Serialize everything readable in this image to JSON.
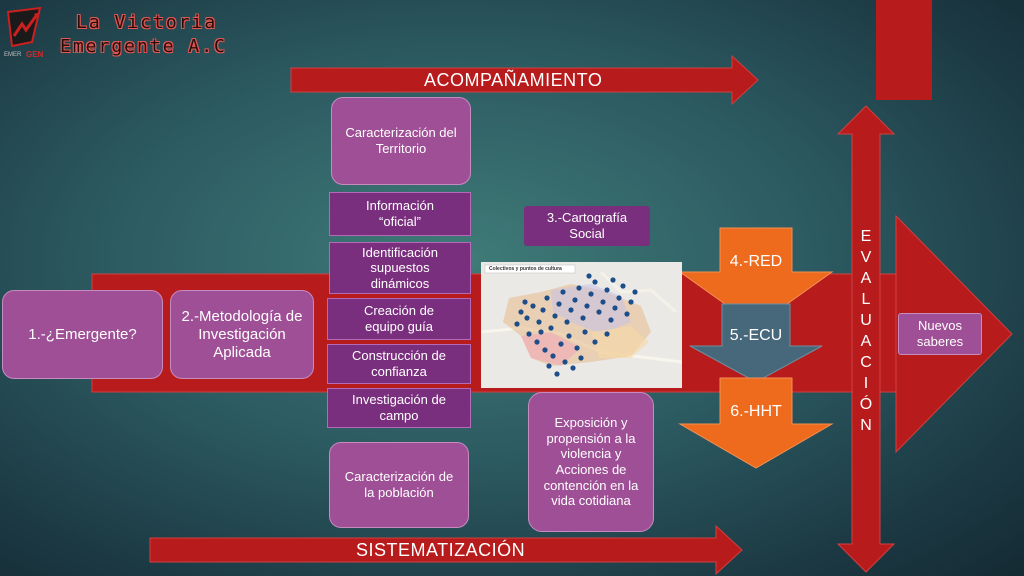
{
  "logo": {
    "title_line1": "La Victoria",
    "title_line2": "Emergente A.C",
    "icon_text_a": "GEN",
    "icon_text_b": "EMER"
  },
  "banners": {
    "top": "ACOMPAÑAMIENTO",
    "bottom": "SISTEMATIZACIÓN"
  },
  "evaluacion": [
    "E",
    "V",
    "A",
    "L",
    "U",
    "A",
    "C",
    "I",
    "Ó",
    "N"
  ],
  "boxes": {
    "emergente": "1.-¿Emergente?",
    "metodologia": "2.-Metodología de Investigación Aplicada",
    "caract_territorio": "Caracterización del Territorio",
    "info_oficial": "Información “oficial”",
    "identificacion": "Identificación supuestos dinámicos",
    "creacion": "Creación de equipo guía",
    "construccion": "Construcción de confianza",
    "investigacion": "Investigación de campo",
    "caract_poblacion": "Caracterización de la población",
    "cartografia": "3.-Cartografía Social",
    "exposicion": "Exposición y propensión a la violencia y Acciones de contención en la vida cotidiana",
    "nuevos": "Nuevos saberes"
  },
  "arrows": {
    "red": "4.-RED",
    "ecu": "5.-ECU",
    "hht": "6.-HHT"
  },
  "map": {
    "header": "Colectivos y puntos de cultura"
  },
  "colors": {
    "dark_red": "#b41a1a",
    "purple": "#9e4f95",
    "orange": "#ee6a1c",
    "teal": "#47677a"
  }
}
